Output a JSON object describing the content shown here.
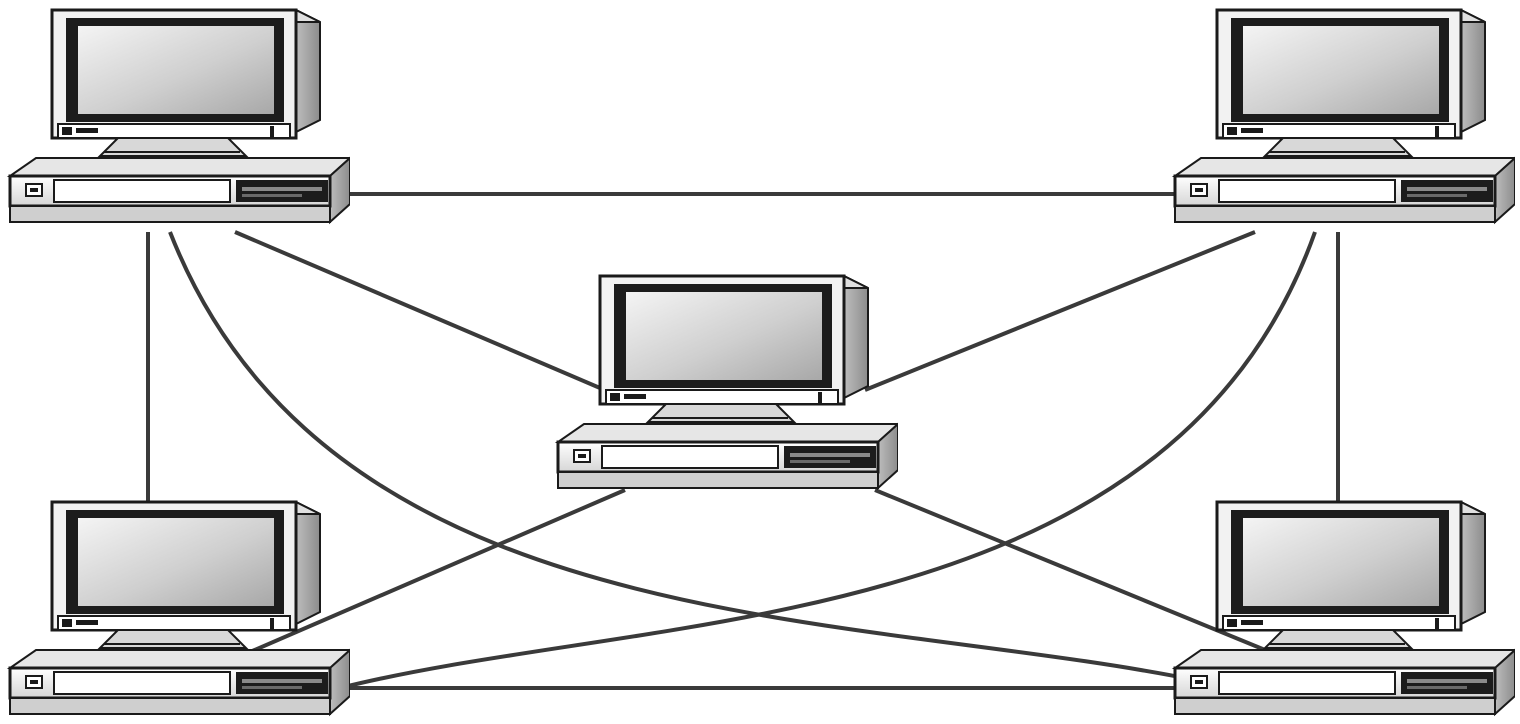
{
  "diagram": {
    "type": "network-topology",
    "topology": "full-mesh",
    "nodes": [
      {
        "id": "pc-top-left",
        "kind": "desktop-computer"
      },
      {
        "id": "pc-top-right",
        "kind": "desktop-computer"
      },
      {
        "id": "pc-center",
        "kind": "desktop-computer"
      },
      {
        "id": "pc-bottom-left",
        "kind": "desktop-computer"
      },
      {
        "id": "pc-bottom-right",
        "kind": "desktop-computer"
      }
    ],
    "links": [
      {
        "from": "pc-top-left",
        "to": "pc-top-right"
      },
      {
        "from": "pc-top-left",
        "to": "pc-bottom-left"
      },
      {
        "from": "pc-top-left",
        "to": "pc-center"
      },
      {
        "from": "pc-top-left",
        "to": "pc-bottom-right"
      },
      {
        "from": "pc-top-right",
        "to": "pc-bottom-right"
      },
      {
        "from": "pc-top-right",
        "to": "pc-center"
      },
      {
        "from": "pc-top-right",
        "to": "pc-bottom-left"
      },
      {
        "from": "pc-center",
        "to": "pc-bottom-left"
      },
      {
        "from": "pc-center",
        "to": "pc-bottom-right"
      },
      {
        "from": "pc-bottom-left",
        "to": "pc-bottom-right"
      }
    ],
    "colors": {
      "line": "#3a3a3a",
      "outline": "#1a1a1a",
      "case": "#f2f2f2",
      "screen_bezel": "#1c1c1c",
      "screen_light": "#f4f4f4",
      "screen_dark": "#a8a8a8"
    },
    "icon": "desktop-computer-icon"
  }
}
